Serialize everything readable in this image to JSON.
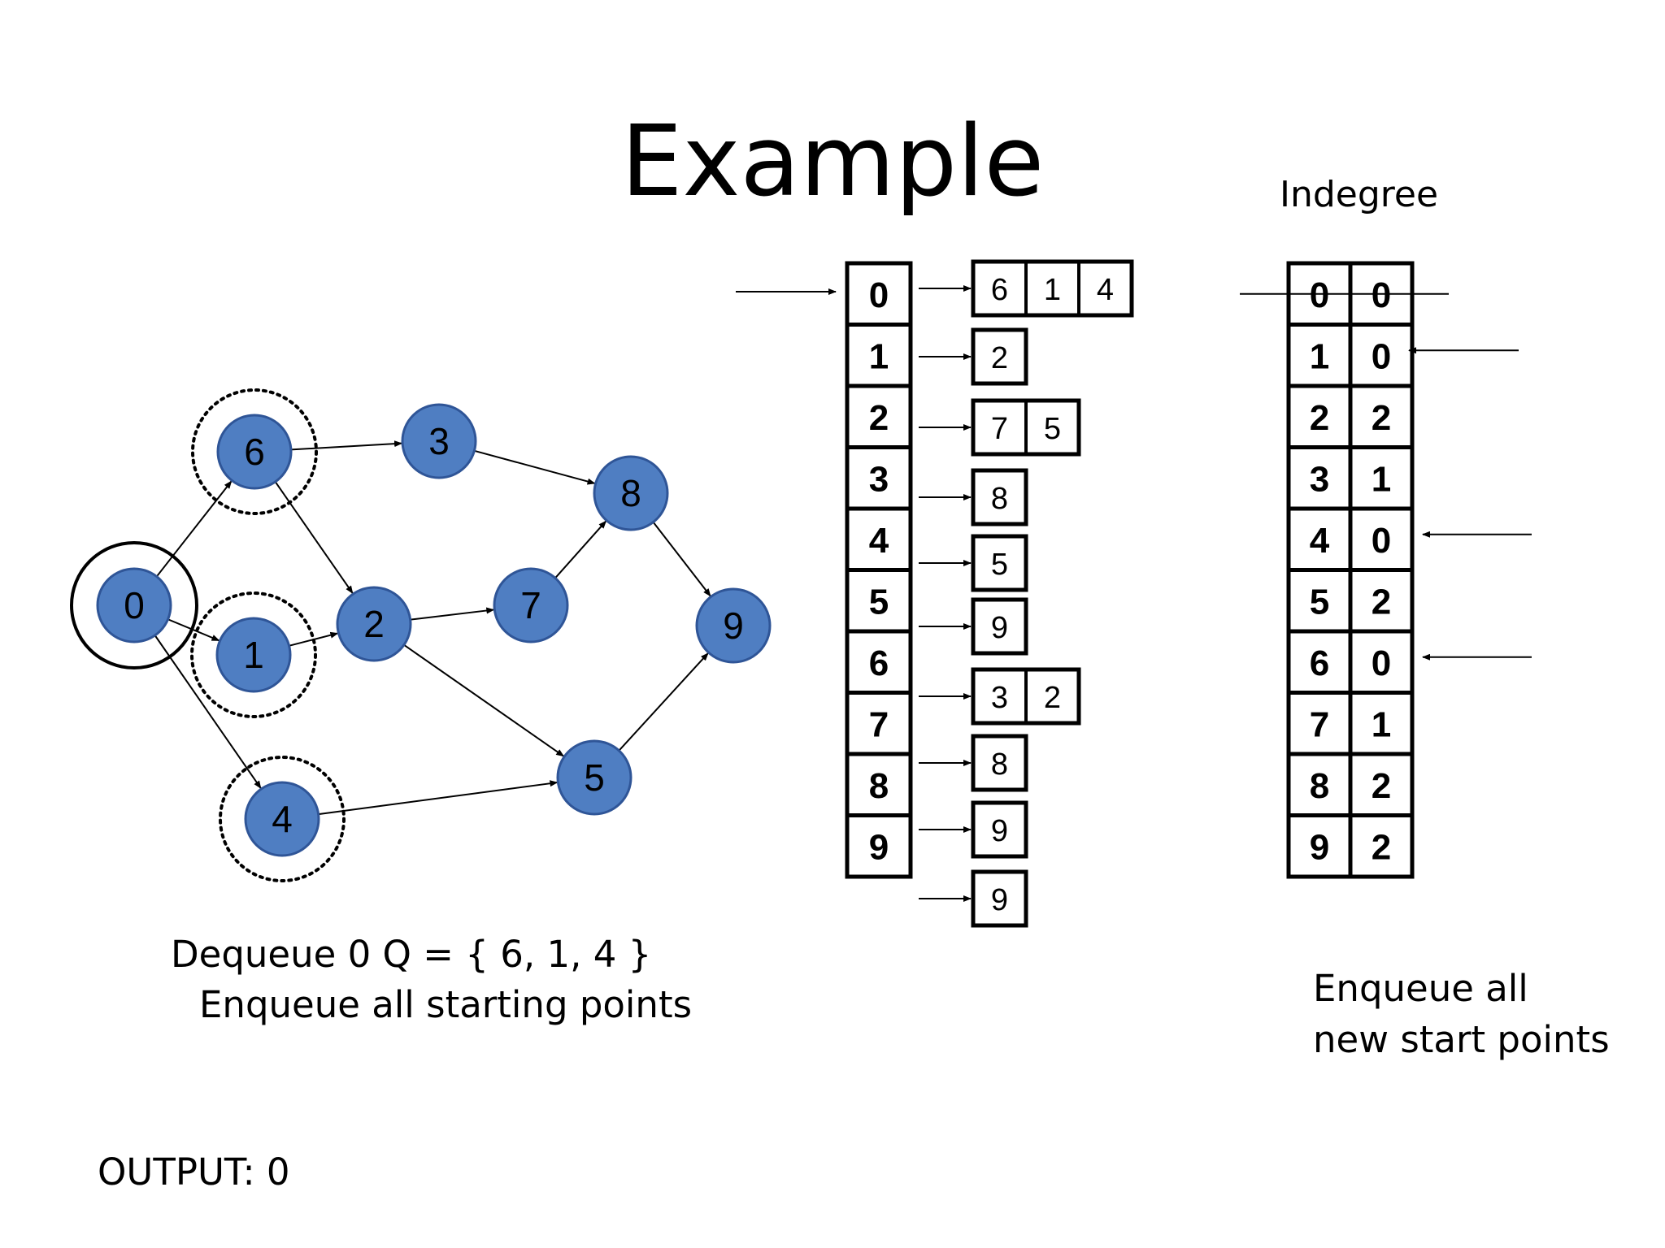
{
  "title": "Example",
  "indegree_header": "Indegree",
  "captions": {
    "dequeue": "Dequeue 0    Q = { 6, 1, 4 }",
    "enqueue_start": "Enqueue all starting points",
    "enqueue_new_1": "Enqueue all",
    "enqueue_new_2": "new start points",
    "output": "OUTPUT:  0"
  },
  "colors": {
    "node_fill": "#4f7ec2",
    "node_stroke": "#2f5597"
  },
  "graph": {
    "nodes": [
      "0",
      "1",
      "2",
      "3",
      "4",
      "5",
      "6",
      "7",
      "8",
      "9"
    ],
    "edges": [
      [
        "0",
        "6"
      ],
      [
        "0",
        "1"
      ],
      [
        "0",
        "4"
      ],
      [
        "6",
        "3"
      ],
      [
        "6",
        "2"
      ],
      [
        "1",
        "2"
      ],
      [
        "3",
        "8"
      ],
      [
        "2",
        "7"
      ],
      [
        "2",
        "5"
      ],
      [
        "7",
        "8"
      ],
      [
        "8",
        "9"
      ],
      [
        "4",
        "5"
      ],
      [
        "5",
        "9"
      ]
    ],
    "processed": [
      "0"
    ],
    "queued": [
      "6",
      "1",
      "4"
    ]
  },
  "adjacency": {
    "indices": [
      "0",
      "1",
      "2",
      "3",
      "4",
      "5",
      "6",
      "7",
      "8",
      "9"
    ],
    "lists": [
      [
        "6",
        "1",
        "4"
      ],
      [
        "2"
      ],
      [
        "7",
        "5"
      ],
      [
        "8"
      ],
      [
        "5"
      ],
      [
        "9"
      ],
      [
        "3",
        "2"
      ],
      [
        "8"
      ],
      [
        "9"
      ],
      [
        "9"
      ]
    ]
  },
  "indegree": {
    "indices": [
      "0",
      "1",
      "2",
      "3",
      "4",
      "5",
      "6",
      "7",
      "8",
      "9"
    ],
    "values": [
      "0",
      "0",
      "2",
      "1",
      "0",
      "2",
      "0",
      "1",
      "2",
      "2"
    ],
    "struck_rows": [
      "0"
    ],
    "arrow_rows": [
      "1",
      "4",
      "6"
    ]
  }
}
